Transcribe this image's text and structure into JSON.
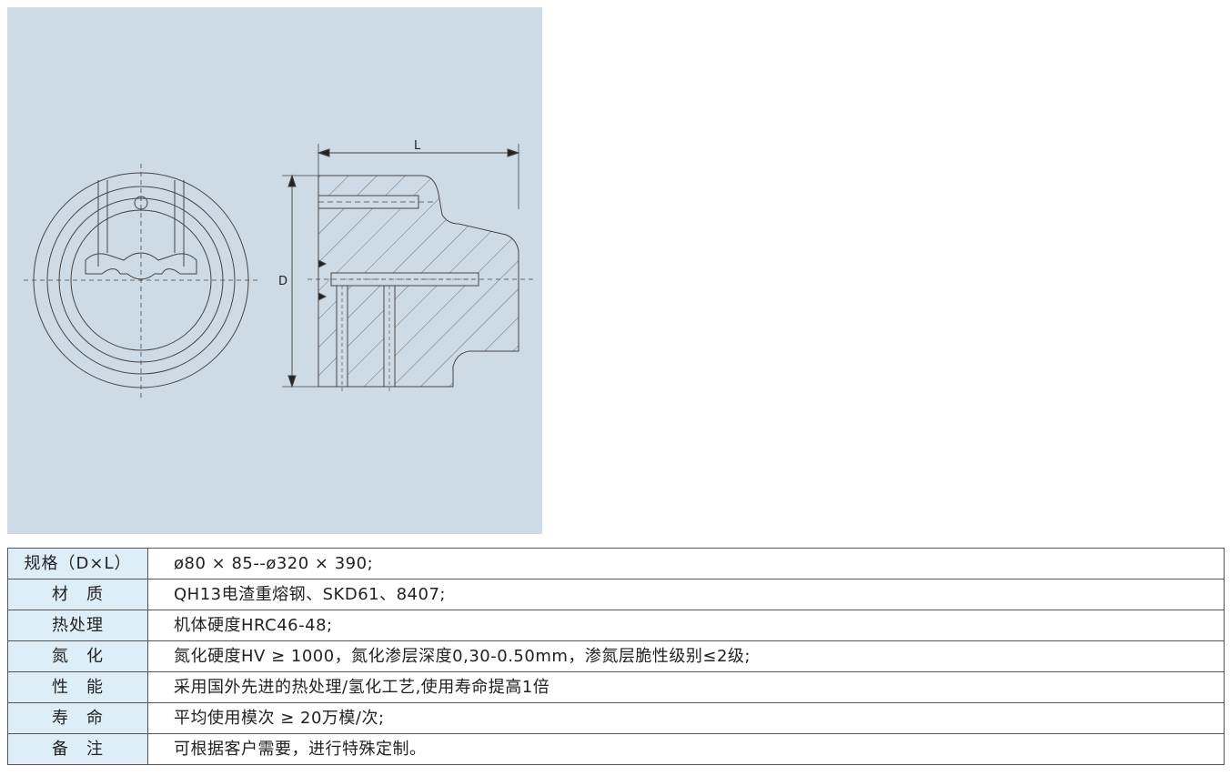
{
  "drawing": {
    "icon": "die-insert-technical-drawing",
    "background_color": "#cddbe7",
    "line_color": "#444444",
    "dimension_length_label": "L",
    "dimension_diameter_label": "D"
  },
  "spec_table": {
    "rows": [
      {
        "label": "规格（D×L）",
        "value": "ø80 × 85--ø320 × 390;"
      },
      {
        "label": "材　质",
        "value": "QH13电渣重熔钢、SKD61、8407;"
      },
      {
        "label": "热处理",
        "value": "机体硬度HRC46-48;"
      },
      {
        "label": "氮　化",
        "value": "氮化硬度HV ≥ 1000，氮化渗层深度0,30-0.50mm，渗氮层脆性级别≤2级;"
      },
      {
        "label": "性　能",
        "value": "采用国外先进的热处理/氢化工艺,使用寿命提高1倍"
      },
      {
        "label": "寿　命",
        "value": "平均使用模次 ≥ 20万模/次;"
      },
      {
        "label": "备　注",
        "value": "可根据客户需要，进行特殊定制。"
      }
    ],
    "label_bg_color": "#ddeef8",
    "border_color": "#555555"
  }
}
